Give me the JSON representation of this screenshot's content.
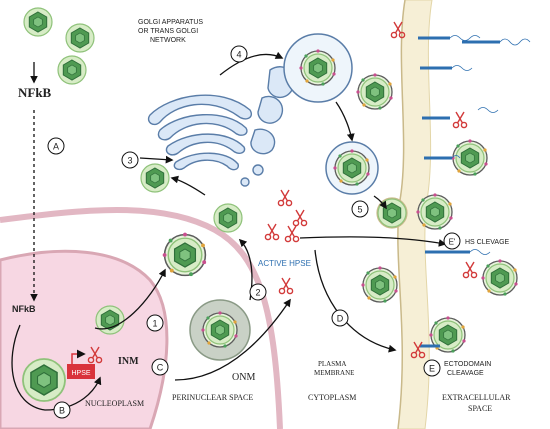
{
  "labels": {
    "nfkb_top": "NFkB",
    "nfkb_nucleus": "NFkB",
    "golgi": "GOLGI APPARATUS",
    "golgi_2": "OR TRANS GOLGI",
    "golgi_3": "NETWORK",
    "active_hpse": "ACTIVE HPSE",
    "hs_cleavage": "HS CLEVAGE",
    "plasma_membrane": "PLASMA",
    "plasma_membrane_2": "MEMBRANE",
    "ectodomain": "ECTODOMAIN",
    "ectodomain_2": "CLEAVAGE",
    "inm": "INM",
    "onm": "ONM",
    "nucleoplasm": "NUCLEOPLASM",
    "perinuclear": "PERINUCLEAR SPACE",
    "cytoplasm": "CYTOPLASM",
    "extracellular": "EXTRACELLULAR",
    "extracellular_2": "SPACE",
    "hpse_box": "HPSE"
  },
  "steps": {
    "A": "A",
    "B": "B",
    "C": "C",
    "D": "D",
    "E": "E",
    "E_prime": "E'",
    "one": "1",
    "two": "2",
    "three": "3",
    "four": "4",
    "five": "5"
  },
  "colors": {
    "nucleus_fill": "#f7d7e3",
    "membrane": "#d9a7b4",
    "plasma_membrane": "#f6efd6",
    "virus_green": "#5aa45a",
    "virus_dark": "#2f6f3a",
    "hs_chain": "#2d6fb0",
    "scissors": "#d23a3a",
    "hpse_box": "#d9323b",
    "golgi_fill": "#dbe8f7",
    "golgi_stroke": "#5a7da8"
  }
}
